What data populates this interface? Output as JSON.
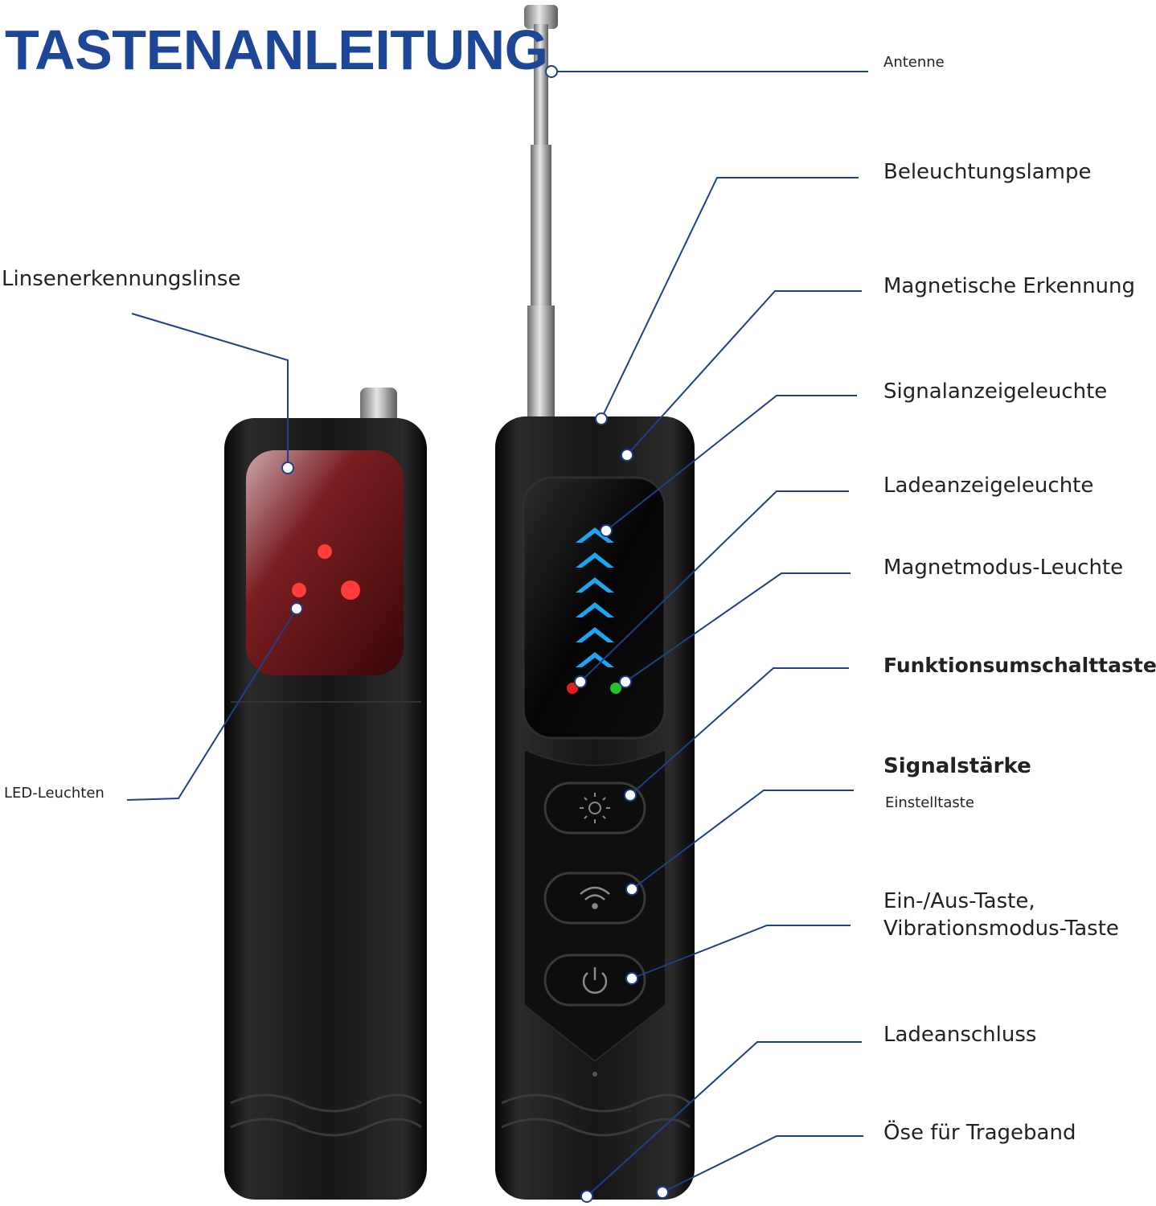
{
  "title": "TASTENANLEITUNG",
  "colors": {
    "title": "#1d4796",
    "leader_line": "#1f3f86",
    "device_body": "#151515",
    "signal_led": "#1fa4f2",
    "red_led": "#e31d1d",
    "green_led": "#22c233",
    "lens": "#6e1414"
  },
  "labels": {
    "antenne": "Antenne",
    "beleuchtungslampe": "Beleuchtungslampe",
    "magnetische_erkennung": "Magnetische Erkennung",
    "signalanzeigeleuchte": "Signalanzeigeleuchte",
    "ladeanzeigeleuchte": "Ladeanzeigeleuchte",
    "magnetmodus_leuchte": "Magnetmodus-Leuchte",
    "funktionsumschalttaste": "Funktionsumschalttaste",
    "signalstaerke": "Signalstärke",
    "einstelltaste": "Einstelltaste",
    "ein_aus_line1": "Ein-/Aus-Taste,",
    "ein_aus_line2": "Vibrationsmodus-Taste",
    "ladeanschluss": "Ladeanschluss",
    "oese": "Öse für Trageband",
    "linsenerkennungslinse": "Linsenerkennungslinse",
    "led_leuchten": "LED-Leuchten"
  },
  "icons": [
    "sun-icon",
    "wifi-icon",
    "power-icon",
    "chevron-up-icon"
  ]
}
